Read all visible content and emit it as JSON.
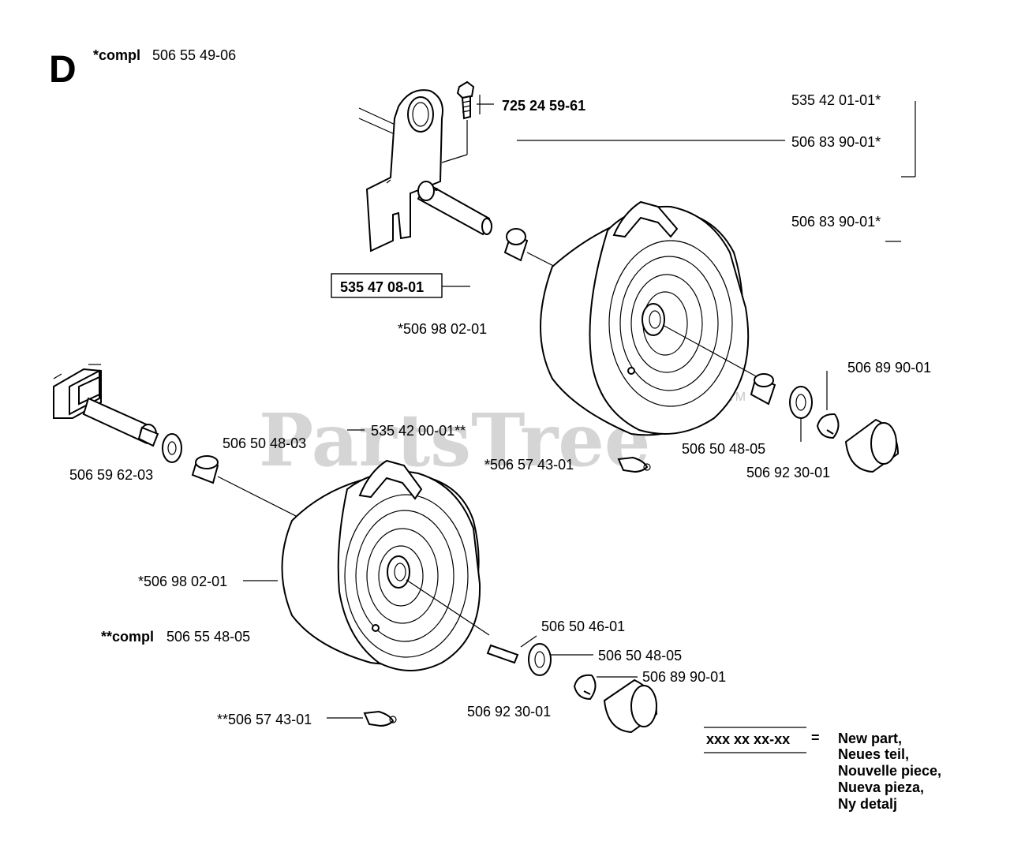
{
  "section_letter": "D",
  "compl_top": {
    "prefix": "*compl",
    "number": "506 55 49-06"
  },
  "compl_bottom": {
    "prefix": "**compl",
    "number": "506 55 48-05"
  },
  "labels": {
    "bolt": "725 24 59-61",
    "bracket_box": "535 47 08-01",
    "r1": "535 42 01-01*",
    "r2": "506 83 90-01*",
    "r3": "506 83 90-01*",
    "upper_wheel": "*506 98 02-01",
    "axle_long": "535 42 00-01**",
    "upper_clip": "*506 57 43-01",
    "upper_bushing": "506 50 48-05",
    "upper_ring": "506 89 90-01",
    "upper_cap": "506 92 30-01",
    "lower_spacer": "506 50 48-03",
    "lower_washer": "506 59 62-03",
    "lower_wheel": "*506 98 02-01",
    "lower_key": "506 50 46-01",
    "lower_bushing": "506 50 48-05",
    "lower_ring": "506 89 90-01",
    "lower_cap": "506 92 30-01",
    "lower_clip": "**506 57 43-01"
  },
  "legend": {
    "code": "xxx xx xx-xx",
    "equals": "=",
    "lines": [
      "New part,",
      "Neues teil,",
      "Nouvelle piece,",
      "Nueva pieza,",
      "Ny detalj"
    ]
  },
  "watermark": {
    "text": "PartsTree",
    "mark": "TM"
  }
}
